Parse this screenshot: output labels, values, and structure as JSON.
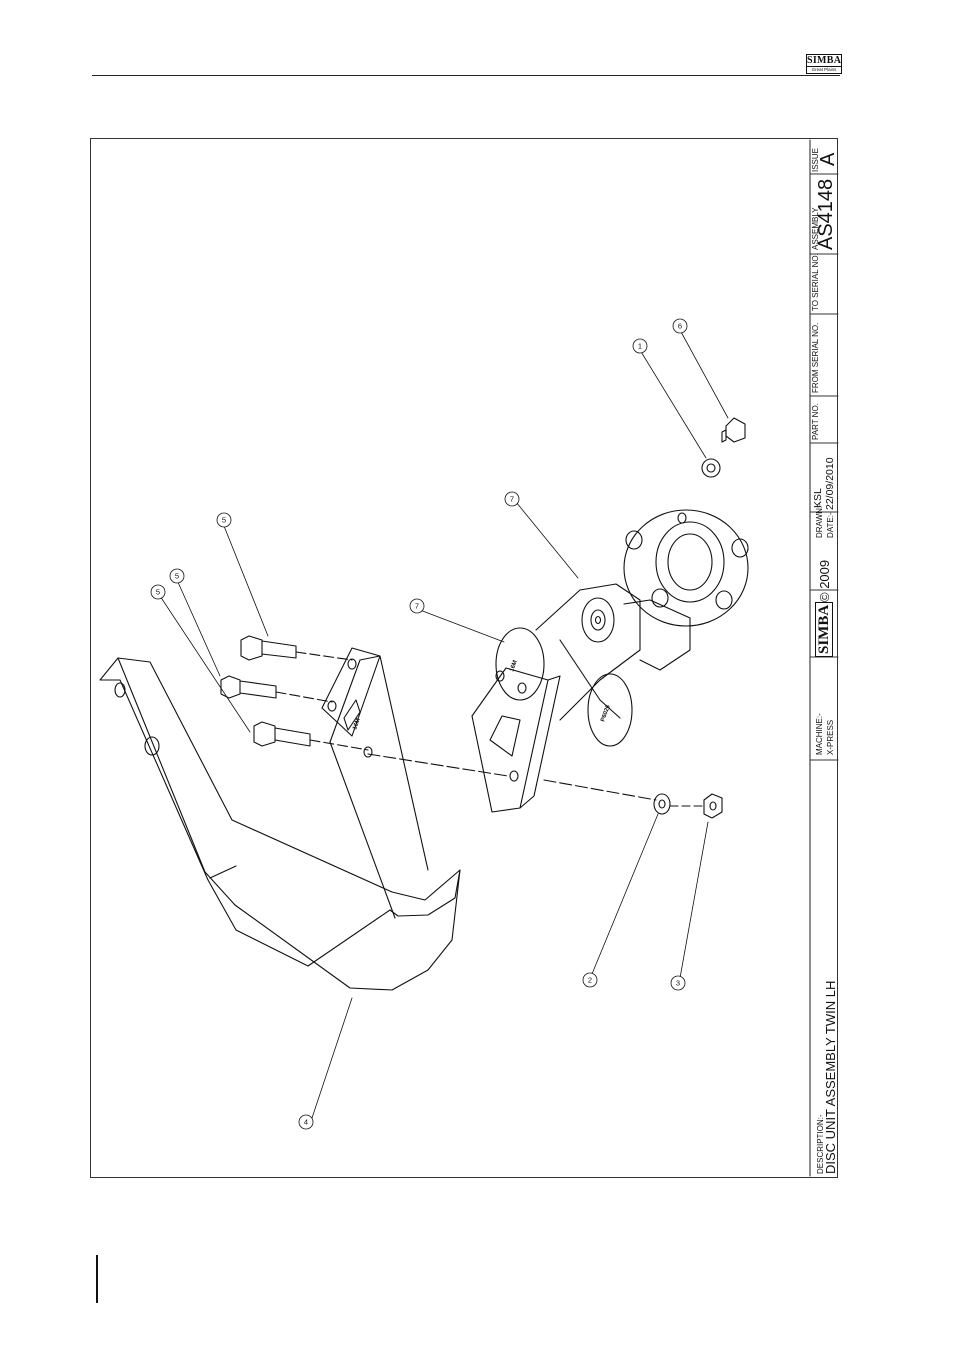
{
  "header": {
    "logo_text": "SIMBA",
    "logo_sub": "Great Plains"
  },
  "title_block": {
    "description_label": "DESCRIPTION:-",
    "description": "DISC UNIT ASSEMBLY TWIN LH",
    "machine_label": "MACHINE:-",
    "machine": "X-PRESS",
    "logo_text": "SIMBA",
    "copyright": "© 2009",
    "drawn_label": "DRAWN:-",
    "drawn": "KSL",
    "date_label": "DATE:-",
    "date": "22/09/2010",
    "part_no_label": "PART NO.",
    "from_serial_label": "FROM SERIAL NO.",
    "to_serial_label": "TO SERIAL NO.",
    "assembly_label": "ASSEMBLY",
    "assembly": "AS4148",
    "issue_label": "ISSUE",
    "issue": "A"
  },
  "callouts": [
    "4",
    "5",
    "5",
    "5",
    "2",
    "3",
    "7",
    "7",
    "1",
    "6"
  ],
  "part_marks": [
    "16M",
    "16M",
    "P6026"
  ],
  "colors": {
    "line": "#111111",
    "frame": "#333333"
  }
}
